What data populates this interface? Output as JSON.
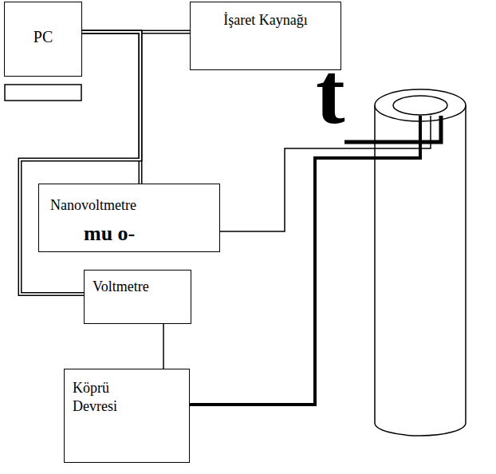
{
  "diagram": {
    "nodes": [
      {
        "text": [
          "PC"
        ]
      },
      {
        "text": [
          "İşaret Kaynağı"
        ]
      },
      {
        "text": [
          "Nanovoltmetre",
          "mu o-"
        ]
      },
      {
        "text": [
          "Voltmetre"
        ]
      },
      {
        "text": [
          "Köprü Devresi"
        ]
      }
    ],
    "edges": [
      {
        "from": 0,
        "to": 1,
        "arrow": "none"
      },
      {
        "from": 0,
        "to": 2,
        "arrow": "none"
      },
      {
        "from": 0,
        "to": 3,
        "arrow": "none"
      },
      {
        "from": 3,
        "to": 4,
        "arrow": "none"
      }
    ],
    "labels": [
      "t"
    ]
  }
}
